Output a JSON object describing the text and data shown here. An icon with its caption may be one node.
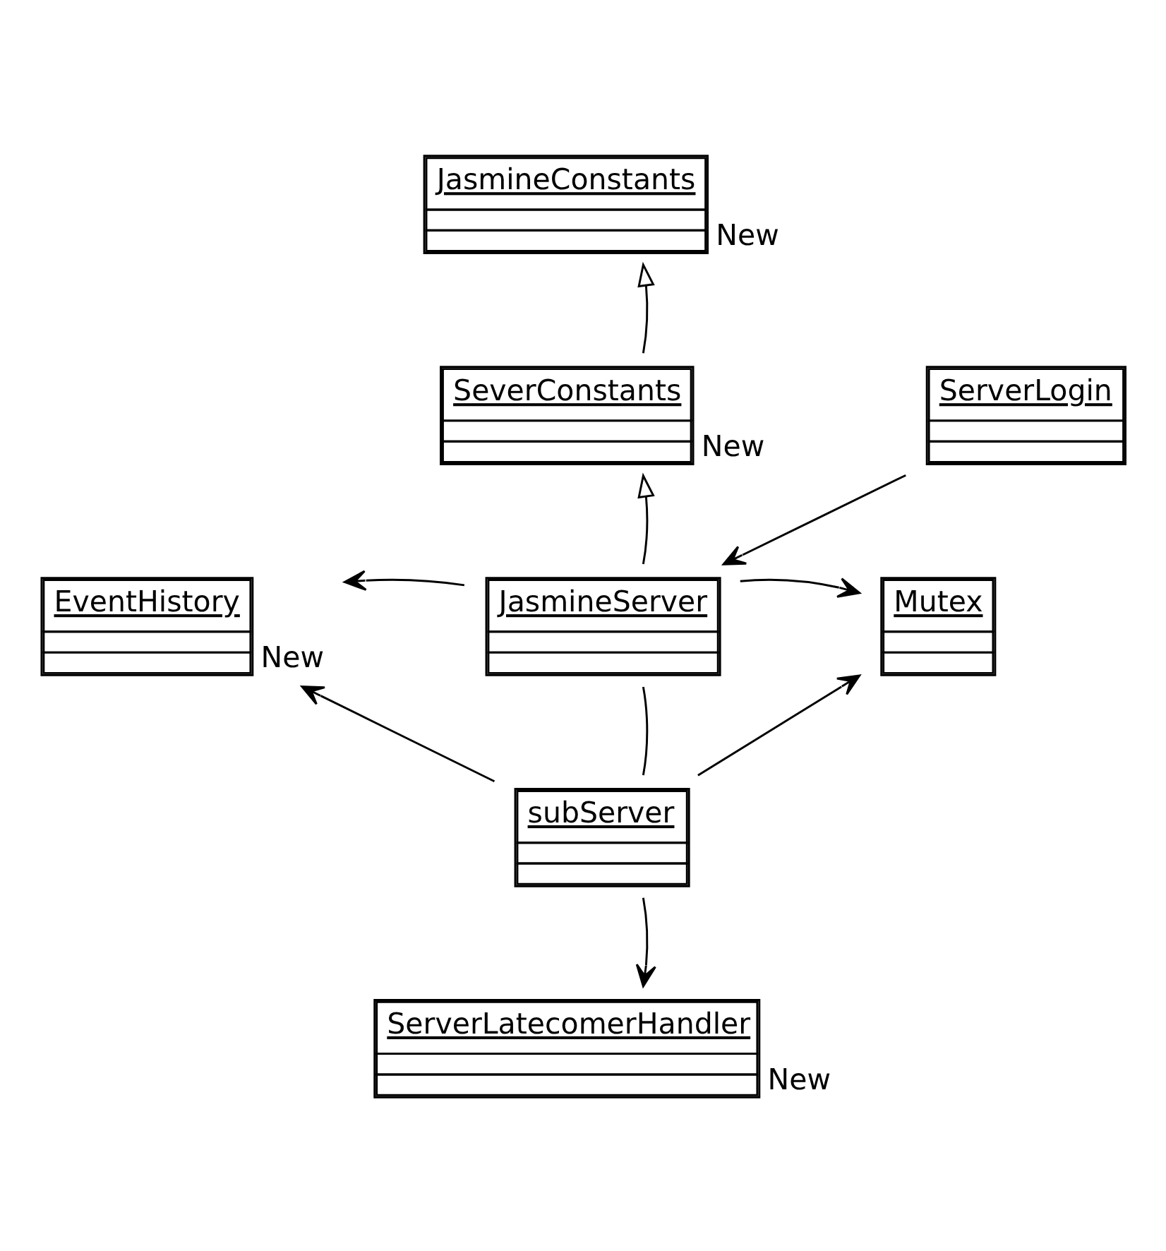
{
  "diagram": {
    "nodes": [
      {
        "text": [
          "JasmineConstants"
        ],
        "beside": [
          "New"
        ]
      },
      {
        "text": [
          "SeverConstants"
        ],
        "beside": [
          "New"
        ]
      },
      {
        "text": [
          "ServerLogin"
        ]
      },
      {
        "text": [
          "EventHistory"
        ],
        "beside": [
          "New"
        ]
      },
      {
        "text": [
          "JasmineServer"
        ]
      },
      {
        "text": [
          "Mutex"
        ]
      },
      {
        "text": [
          "subServer"
        ]
      },
      {
        "text": [
          "ServerLatecomerHandler"
        ],
        "beside": [
          "New"
        ]
      }
    ],
    "edges": [
      {
        "from": 1,
        "to": 0,
        "arrow": "to"
      },
      {
        "from": 4,
        "to": 1,
        "arrow": "to"
      },
      {
        "from": 2,
        "to": 4,
        "arrow": "to"
      },
      {
        "from": 4,
        "to": 3,
        "arrow": "to"
      },
      {
        "from": 4,
        "to": 5,
        "arrow": "to"
      },
      {
        "from": 4,
        "to": 6,
        "arrow": "none"
      },
      {
        "from": 6,
        "to": 3,
        "arrow": "to"
      },
      {
        "from": 6,
        "to": 5,
        "arrow": "to"
      },
      {
        "from": 6,
        "to": 7,
        "arrow": "to"
      }
    ]
  }
}
